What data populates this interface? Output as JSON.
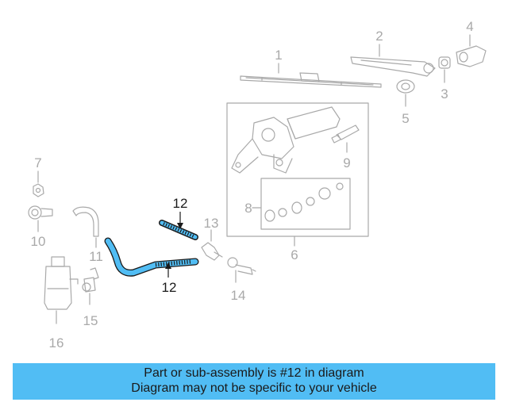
{
  "callouts": {
    "c1": "1",
    "c2": "2",
    "c3": "3",
    "c4": "4",
    "c5": "5",
    "c6": "6",
    "c7": "7",
    "c8": "8",
    "c9": "9",
    "c10": "10",
    "c11": "11",
    "c12_top": "12",
    "c12_bottom": "12",
    "c13": "13",
    "c14": "14",
    "c15": "15",
    "c16": "16"
  },
  "highlight_part": "12",
  "banner": {
    "line1": "Part or sub-assembly is #12 in diagram",
    "line2": "Diagram may not be specific to your vehicle"
  },
  "colors": {
    "highlight_fill": "#51bdf4",
    "line_gray": "#a9a9a9",
    "banner_bg": "#51bdf4"
  }
}
